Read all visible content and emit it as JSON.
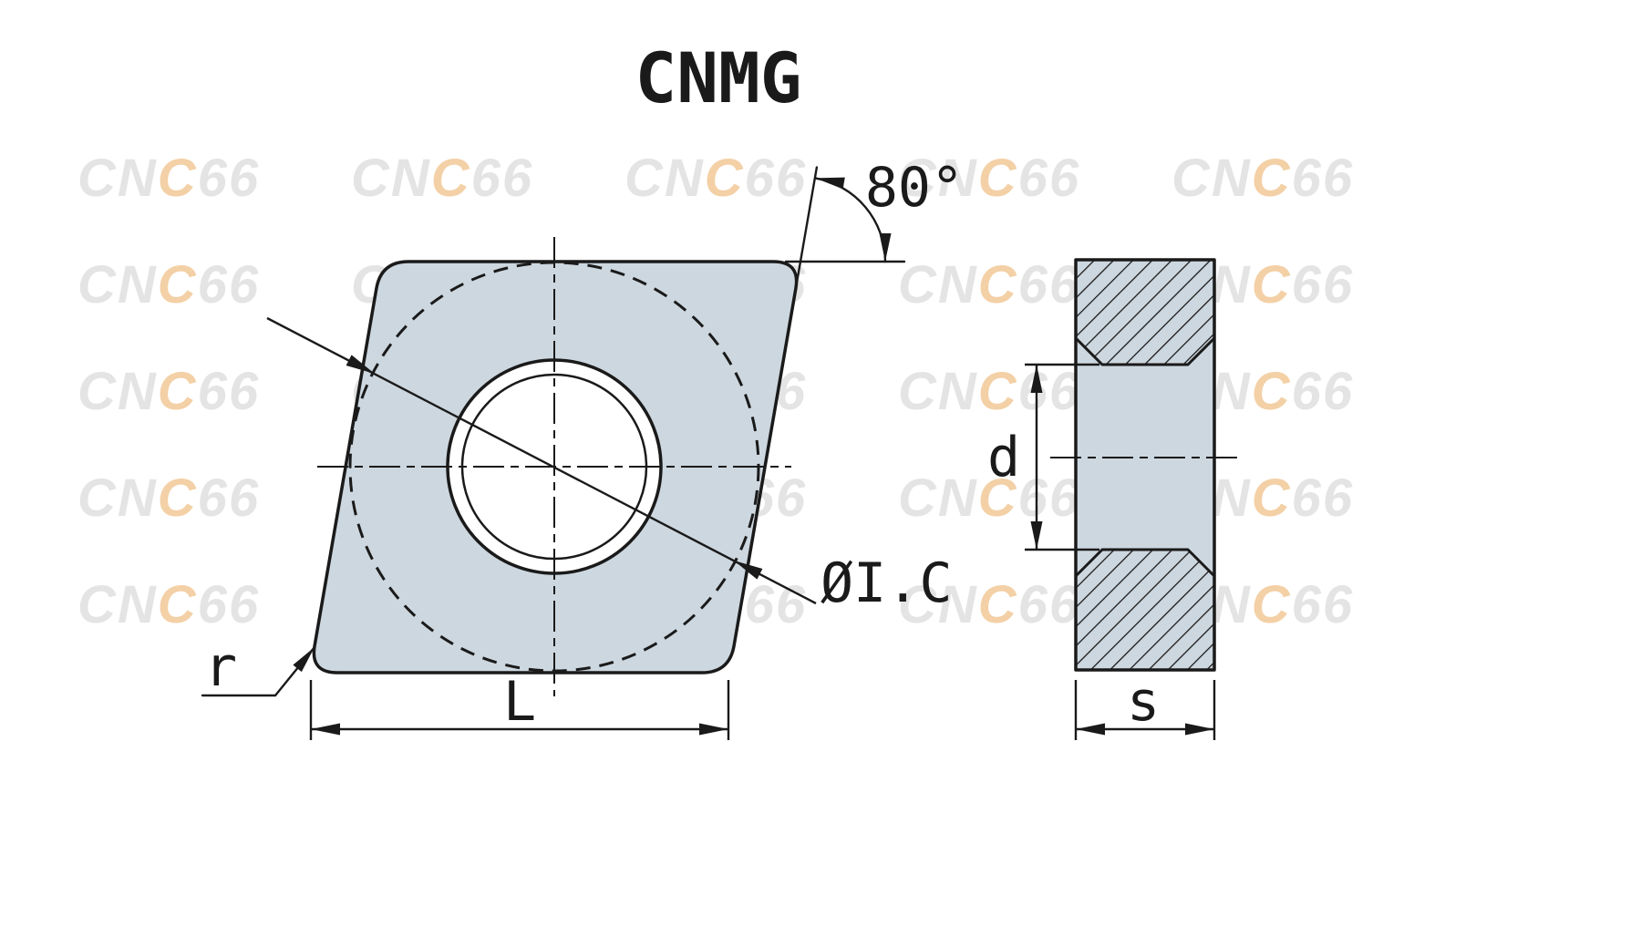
{
  "title": "CNMG",
  "watermark": {
    "prefix": "CN",
    "accent": "C",
    "suffix": "66"
  },
  "front_view": {
    "angle_label": "80°",
    "inscribed_circle_label": "ØI.C",
    "corner_radius_label": "r",
    "length_label": "L"
  },
  "side_view": {
    "hole_diameter_label": "d",
    "thickness_label": "s"
  },
  "colors": {
    "insert_fill": "#cdd7df",
    "line": "#1a1a1a",
    "watermark_gray": "#e4e4e4",
    "watermark_accent": "#f3d0a6"
  }
}
